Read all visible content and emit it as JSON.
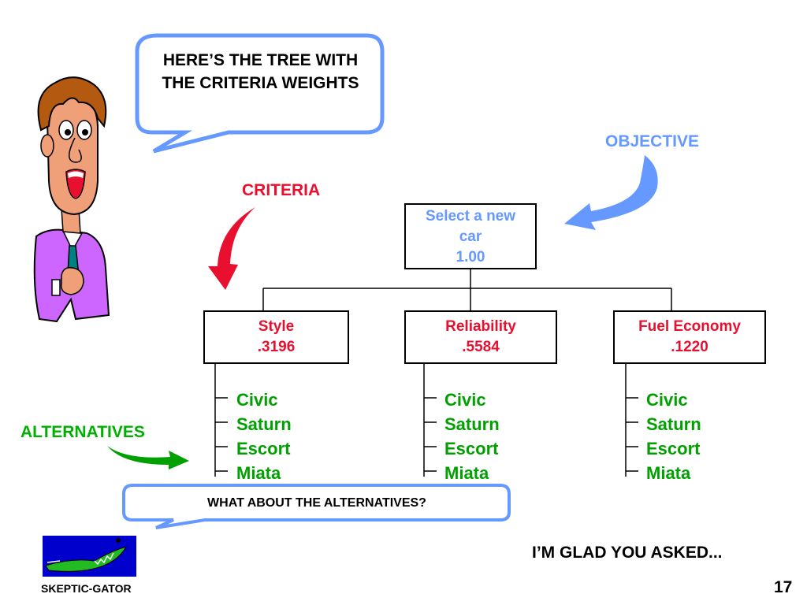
{
  "speech": {
    "top_text": "HERE’S THE TREE WITH THE CRITERIA WEIGHTS",
    "bottom_text": "WHAT ABOUT THE ALTERNATIVES?"
  },
  "labels": {
    "objective": "OBJECTIVE",
    "criteria": "CRITERIA",
    "alternatives": "ALTERNATIVES"
  },
  "tree": {
    "objective": {
      "line1": "Select a new",
      "line2": "car",
      "weight": "1.00"
    },
    "criteria": [
      {
        "name": "Style",
        "weight": ".3196",
        "alternatives": [
          "Civic",
          "Saturn",
          "Escort",
          "Miata"
        ]
      },
      {
        "name": "Reliability",
        "weight": ".5584",
        "alternatives": [
          "Civic",
          "Saturn",
          "Escort",
          "Miata"
        ]
      },
      {
        "name": "Fuel Economy",
        "weight": ".1220",
        "alternatives": [
          "Civic",
          "Saturn",
          "Escort",
          "Miata"
        ]
      }
    ]
  },
  "footer": {
    "glad_text": "I’M GLAD YOU ASKED...",
    "logo_caption": "SKEPTIC-GATOR",
    "page_number": "17"
  },
  "colors": {
    "objective": "#6699ff",
    "criteria": "#e8102e",
    "alternatives": "#00a000",
    "bubble_border": "#6699ff"
  }
}
